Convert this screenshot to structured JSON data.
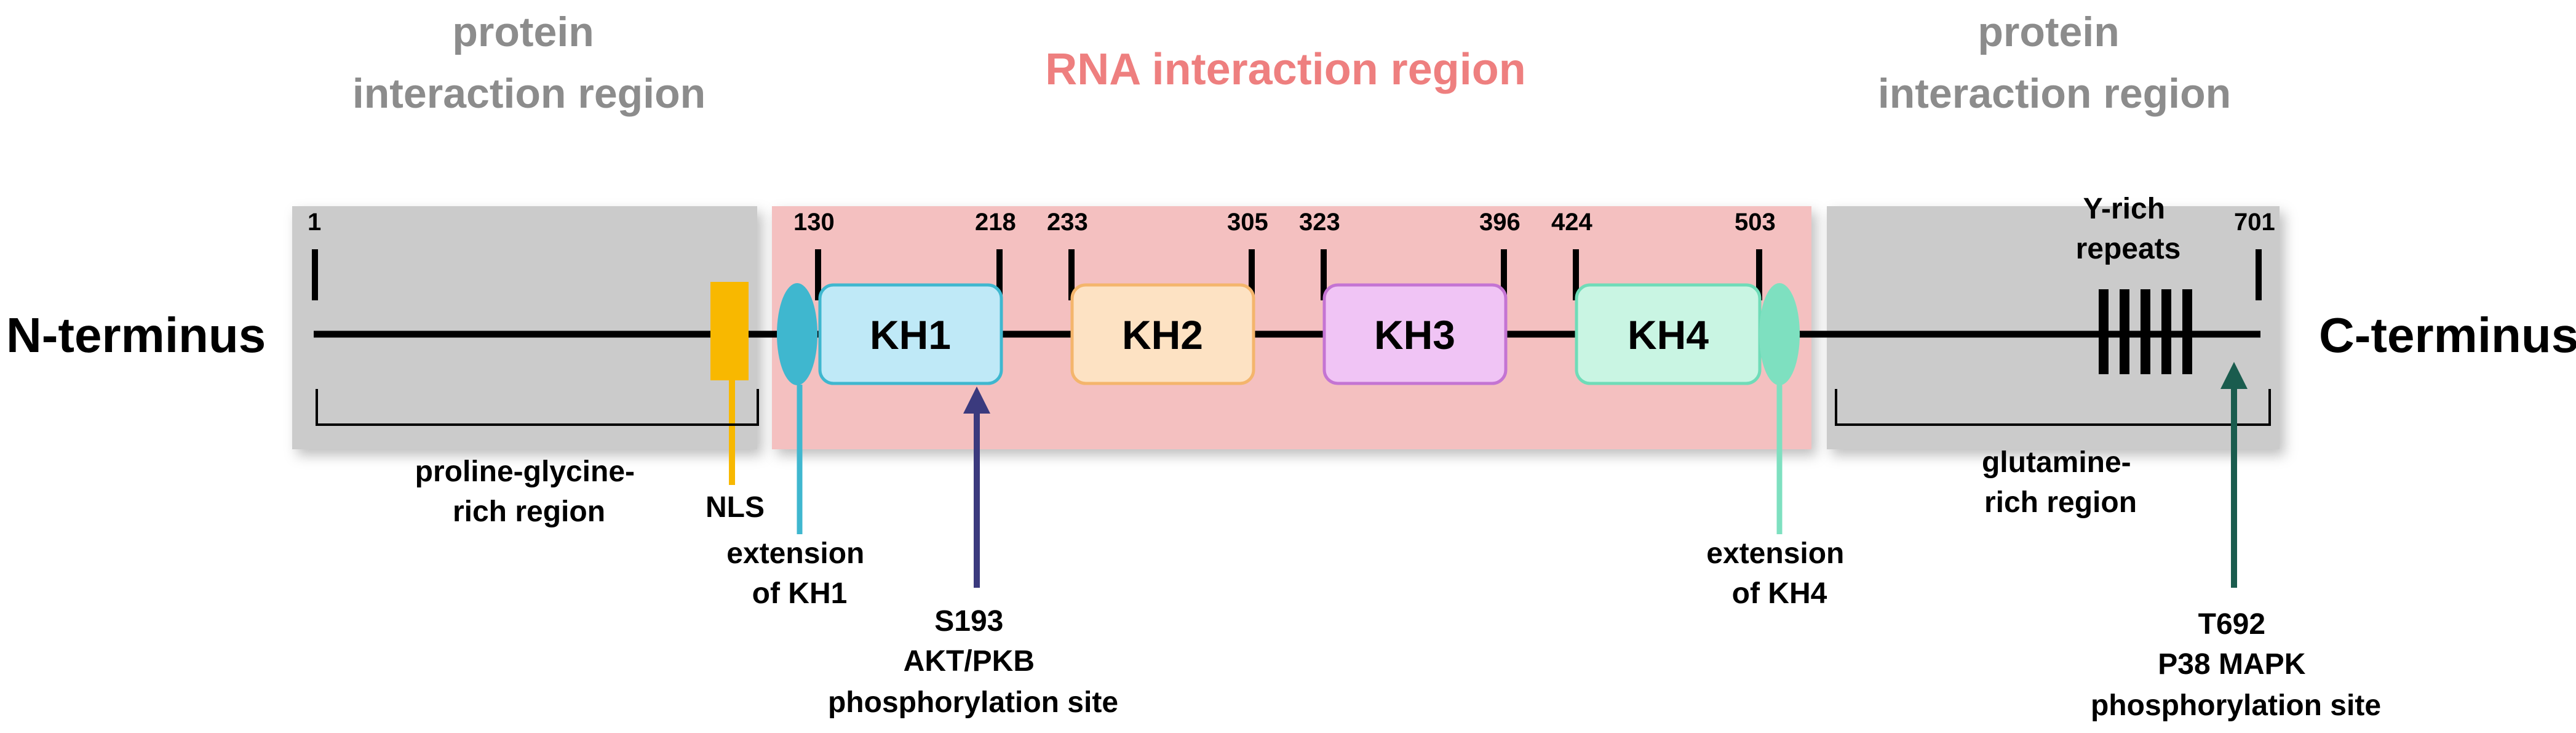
{
  "titles": {
    "protein_left": [
      "protein",
      "interaction region"
    ],
    "rna": "RNA interaction region",
    "protein_right": [
      "protein",
      "interaction region"
    ]
  },
  "termini": {
    "n": "N-terminus",
    "c": "C-terminus"
  },
  "positions": {
    "p1": "1",
    "p130": "130",
    "p218": "218",
    "p233": "233",
    "p305": "305",
    "p323": "323",
    "p396": "396",
    "p424": "424",
    "p503": "503",
    "p701": "701"
  },
  "domains": {
    "kh1": "KH1",
    "kh2": "KH2",
    "kh3": "KH3",
    "kh4": "KH4"
  },
  "labels": {
    "nls": "NLS",
    "ext_kh1": [
      "extension",
      "of KH1"
    ],
    "ext_kh4": [
      "extension",
      "of KH4"
    ],
    "proline": [
      "proline-glycine-",
      "rich region"
    ],
    "glutamine": [
      "glutamine-",
      "rich region"
    ],
    "yrich": [
      "Y-rich",
      "repeats"
    ],
    "s193": [
      "S193",
      "AKT/PKB",
      "phosphorylation site"
    ],
    "t692": [
      "T692",
      "P38 MAPK",
      "phosphorylation site"
    ]
  },
  "colors": {
    "grey_region": "#cbcbcb",
    "rna_region": "#f4c0c0",
    "title_grey": "#8c8c8c",
    "title_red": "#ee7f7f",
    "kh1_fill": "#bfe9f7",
    "kh1_stroke": "#3fb7cf",
    "kh2_fill": "#fde2c3",
    "kh2_stroke": "#f4b56c",
    "kh3_fill": "#f0c4f5",
    "kh3_stroke": "#c474d3",
    "kh4_fill": "#c9f5e3",
    "kh4_stroke": "#6fdcb8",
    "nls": "#f8b800",
    "ext_kh1": "#3fb7cf",
    "ext_kh4": "#7ee0c0",
    "s193_arrow": "#3b3a7e",
    "t692_arrow": "#1a5c4e"
  }
}
